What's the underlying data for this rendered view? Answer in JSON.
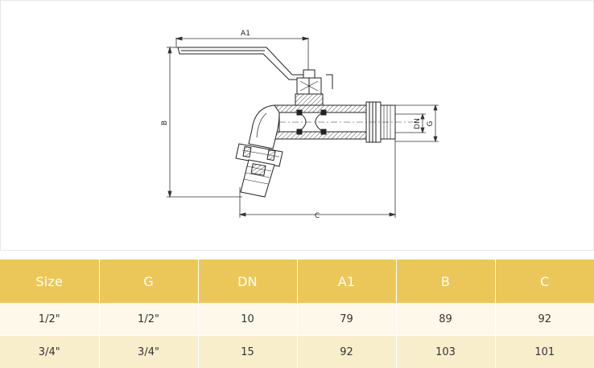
{
  "drawing": {
    "labels": {
      "a1": "A1",
      "b": "B",
      "c": "C",
      "dn": "DN",
      "g": "G"
    }
  },
  "table": {
    "headers": [
      "Size",
      "G",
      "DN",
      "A1",
      "B",
      "C"
    ],
    "rows": [
      [
        "1/2\"",
        "1/2\"",
        "10",
        "79",
        "89",
        "92"
      ],
      [
        "3/4\"",
        "3/4\"",
        "15",
        "92",
        "103",
        "101"
      ]
    ]
  },
  "colors": {
    "header_bg": "#ebc75a",
    "row_light": "#fdf8e9",
    "row_dark": "#f8eecc"
  }
}
